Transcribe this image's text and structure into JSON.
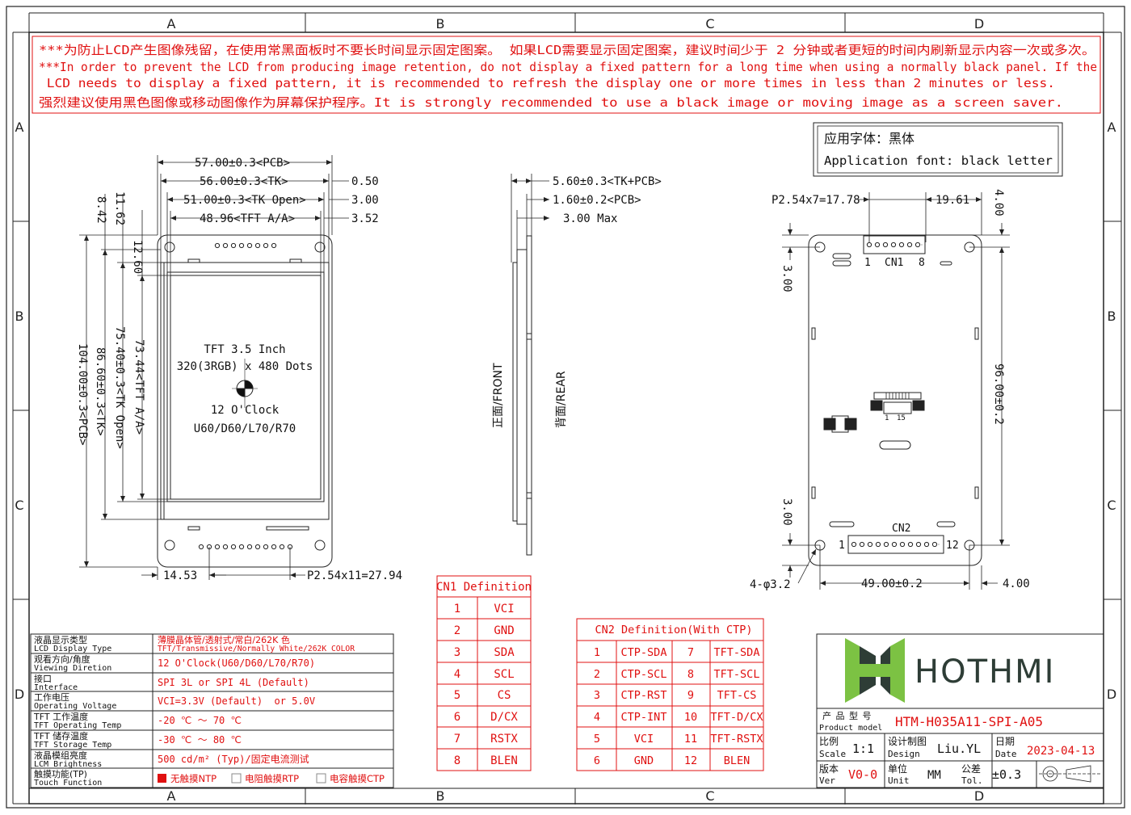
{
  "colors": {
    "red": "#e01010",
    "line": "#222222",
    "logo_green": "#7cc243",
    "logo_dark": "#2e3d36"
  },
  "border": {
    "cols": [
      "A",
      "B",
      "C",
      "D"
    ],
    "rows": [
      "A",
      "B",
      "C",
      "D"
    ]
  },
  "notice": {
    "line1": "***为防止LCD产生图像残留，在使用常黑面板时不要长时间显示固定图案。 如果LCD需要显示固定图案，建议时间少于 2 分钟或者更短的时间内刷新显示内容一次或多次。",
    "line2": "***In order to prevent the LCD from producing image retention, do not display a fixed pattern for a long time when using a normally black panel. If the",
    "line3": " LCD needs to display a fixed pattern, it is recommended to refresh the display one or more times in less than 2 minutes or less.",
    "line4": "强烈建议使用黑色图像或移动图像作为屏幕保护程序。It is strongly recommended to use a black image or moving image as a screen saver."
  },
  "font_box": {
    "line1": "应用字体：黑体",
    "line2": "Application font: black letter"
  },
  "front": {
    "dim_top": [
      "57.00±0.3<PCB>",
      "56.00±0.3<TK>",
      "51.00±0.3<TK Open>",
      "48.96<TFT A/A>"
    ],
    "dim_right": [
      "0.50",
      "3.00",
      "3.52"
    ],
    "dim_left_small": [
      "11.62",
      "8.42",
      "12.60"
    ],
    "dim_left": [
      "73.44<TFT A/A>",
      "75.40±0.3<TK Open>",
      "86.60±0.3<TK>",
      "104.00±0.3<PCB>"
    ],
    "screen_text": [
      "TFT 3.5 Inch",
      "320(3RGB) x 480 Dots",
      "12 O'Clock",
      "U60/D60/L70/R70"
    ],
    "dim_bottom": [
      "14.53",
      "P2.54x11=27.94"
    ]
  },
  "side": {
    "dims": [
      "5.60±0.3<TK+PCB>",
      "1.60±0.2<PCB>",
      "3.00 Max"
    ],
    "front_label": "正面/FRONT",
    "rear_label": "背面/REAR"
  },
  "rear": {
    "dim_top_left": "P2.54x7=17.78",
    "dim_top_right": "19.61",
    "dim_right_top": "4.00",
    "dim_left_top": "3.00",
    "dim_right_mid": "96.00±0.2",
    "dim_left_bottom": "3.00",
    "holes": "4-φ3.2",
    "dim_bottom": "49.00±0.2",
    "dim_bottom_right": "4.00",
    "cn1": {
      "label": "CN1",
      "pin_first": "1",
      "pin_last": "8"
    },
    "cn2": {
      "label": "CN2",
      "pin_first": "1",
      "pin_last": "12"
    },
    "fpc": {
      "pin_first": "1",
      "pin_last": "15"
    }
  },
  "spec_table": [
    {
      "cn": "液晶显示类型",
      "en": "LCD Display Type",
      "val_cn": "薄膜晶体管/透射式/常白/262K 色",
      "val_en": "TFT/Transmissive/Normally White/262K COLOR"
    },
    {
      "cn": "观看方向/角度",
      "en": "Viewing Diretion",
      "val": "12 O'Clock(U60/D60/L70/R70)"
    },
    {
      "cn": "接口",
      "en": "Interface",
      "val": "SPI 3L or SPI 4L (Default)"
    },
    {
      "cn": "工作电压",
      "en": "Operating Voltage",
      "val": "VCI=3.3V (Default)  or 5.0V"
    },
    {
      "cn": "TFT 工作温度",
      "en": "TFT Operating Temp",
      "val": "-20 ℃ ～ 70 ℃"
    },
    {
      "cn": "TFT 储存温度",
      "en": "TFT Storage Temp",
      "val": "-30 ℃ ～ 80 ℃"
    },
    {
      "cn": "液晶模组亮度",
      "en": "LCM Brightness",
      "val": "500 cd/m² (Typ)/固定电流测试"
    },
    {
      "cn": "触摸功能(TP)",
      "en": "Touch Function",
      "opts": [
        "无触摸NTP",
        "电阻触摸RTP",
        "电容触摸CTP"
      ],
      "checked": 0
    }
  ],
  "cn1_table": {
    "title": "CN1 Definition",
    "rows": [
      [
        "1",
        "VCI"
      ],
      [
        "2",
        "GND"
      ],
      [
        "3",
        "SDA"
      ],
      [
        "4",
        "SCL"
      ],
      [
        "5",
        "CS"
      ],
      [
        "6",
        "D/CX"
      ],
      [
        "7",
        "RSTX"
      ],
      [
        "8",
        "BLEN"
      ]
    ]
  },
  "cn2_table": {
    "title": "CN2 Definition(With CTP)",
    "rows": [
      [
        "1",
        "CTP-SDA",
        "7",
        "TFT-SDA"
      ],
      [
        "2",
        "CTP-SCL",
        "8",
        "TFT-SCL"
      ],
      [
        "3",
        "CTP-RST",
        "9",
        "TFT-CS"
      ],
      [
        "4",
        "CTP-INT",
        "10",
        "TFT-D/CX"
      ],
      [
        "5",
        "VCI",
        "11",
        "TFT-RSTX"
      ],
      [
        "6",
        "GND",
        "12",
        "BLEN"
      ]
    ]
  },
  "title_block": {
    "logo_text": "HOTHMI",
    "model_cn": "产 品 型 号",
    "model_en": "Product model",
    "model": "HTM-H035A11-SPI-A05",
    "scale_cn": "比例",
    "scale_en": "Scale",
    "scale": "1:1",
    "design_cn": "设计制图",
    "design_en": "Design",
    "designer": "Liu.YL",
    "date_cn": "日期",
    "date_en": "Date",
    "date": "2023-04-13",
    "ver_cn": "版本",
    "ver_en": "Ver",
    "ver": "V0-0",
    "unit_cn": "单位",
    "unit_en": "Unit",
    "unit": "MM",
    "tol_cn": "公差",
    "tol_en": "Tol.",
    "tol": "±0.3"
  }
}
